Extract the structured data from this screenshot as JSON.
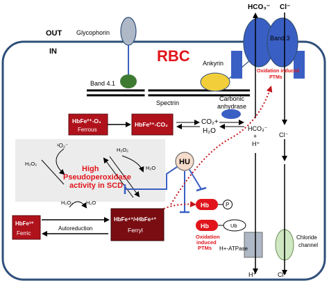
{
  "labels": {
    "out": "OUT",
    "in": "IN",
    "rbc": "RBC",
    "glycophorin": "Glycophorin",
    "band41": "Band 4.1",
    "spectrin": "Spectrin",
    "ankyrin": "Ankyrin",
    "carbonic1": "Carbonic",
    "carbonic2": "anhydrase",
    "band3": "Band 3",
    "hco3_top": "HCO₃⁻",
    "cl_top": "Cl⁻",
    "ox_ptm_top1": "Oxidation induced",
    "ox_ptm_top2": "PTMs",
    "ferrous_top": "HbFe²⁺-O₂",
    "ferrous_sub": "Ferrous",
    "hbfe_co2": "HbFe²⁺-CO₂",
    "co2": "CO₂+",
    "h2o": "H₂O",
    "hco3_mid": "HCO₃⁻",
    "plus": "+",
    "hplus_mid": "H⁺",
    "cl_mid": "Cl⁻",
    "o2minus": "¹O₂⁻",
    "h2o2_a": "H₂O₂",
    "h2o2_b": "H₂O₂",
    "h2o_c": "H₂O",
    "h2o2_d": "H₂O₂",
    "h2o_e": "H₂O",
    "high1": "High",
    "high2": "Pseudoperoxidase",
    "high3": "activity in SCD",
    "hu": "HU",
    "hb_p": "Hb",
    "p": "P",
    "hb_ub": "Hb",
    "ub": "Ub",
    "ox_ptm_bot1": "Oxidation",
    "ox_ptm_bot2": "induced",
    "ox_ptm_bot3": "PTMs",
    "ferric_top": "HbFe³⁺",
    "ferric_sub": "Ferric",
    "autoreduction": "Autoreduction",
    "ferryl_top": "HbFe⁴⁺/•HbFe⁴⁺",
    "ferryl_sub": "Ferryl",
    "h_atpase": "H+-ATPase",
    "hplus_bot": "H⁺",
    "chloride1": "Chloride",
    "chloride2": "channel",
    "cl_bot": "Cl⁻"
  },
  "colors": {
    "membrane": "#2f4f7a",
    "band3": "#3a5fc4",
    "darkred": "#a3121c",
    "red": "#e1141b",
    "ankyrin": "#f2cf3a",
    "green": "#3f7a33",
    "gray_panel": "#ececec"
  }
}
